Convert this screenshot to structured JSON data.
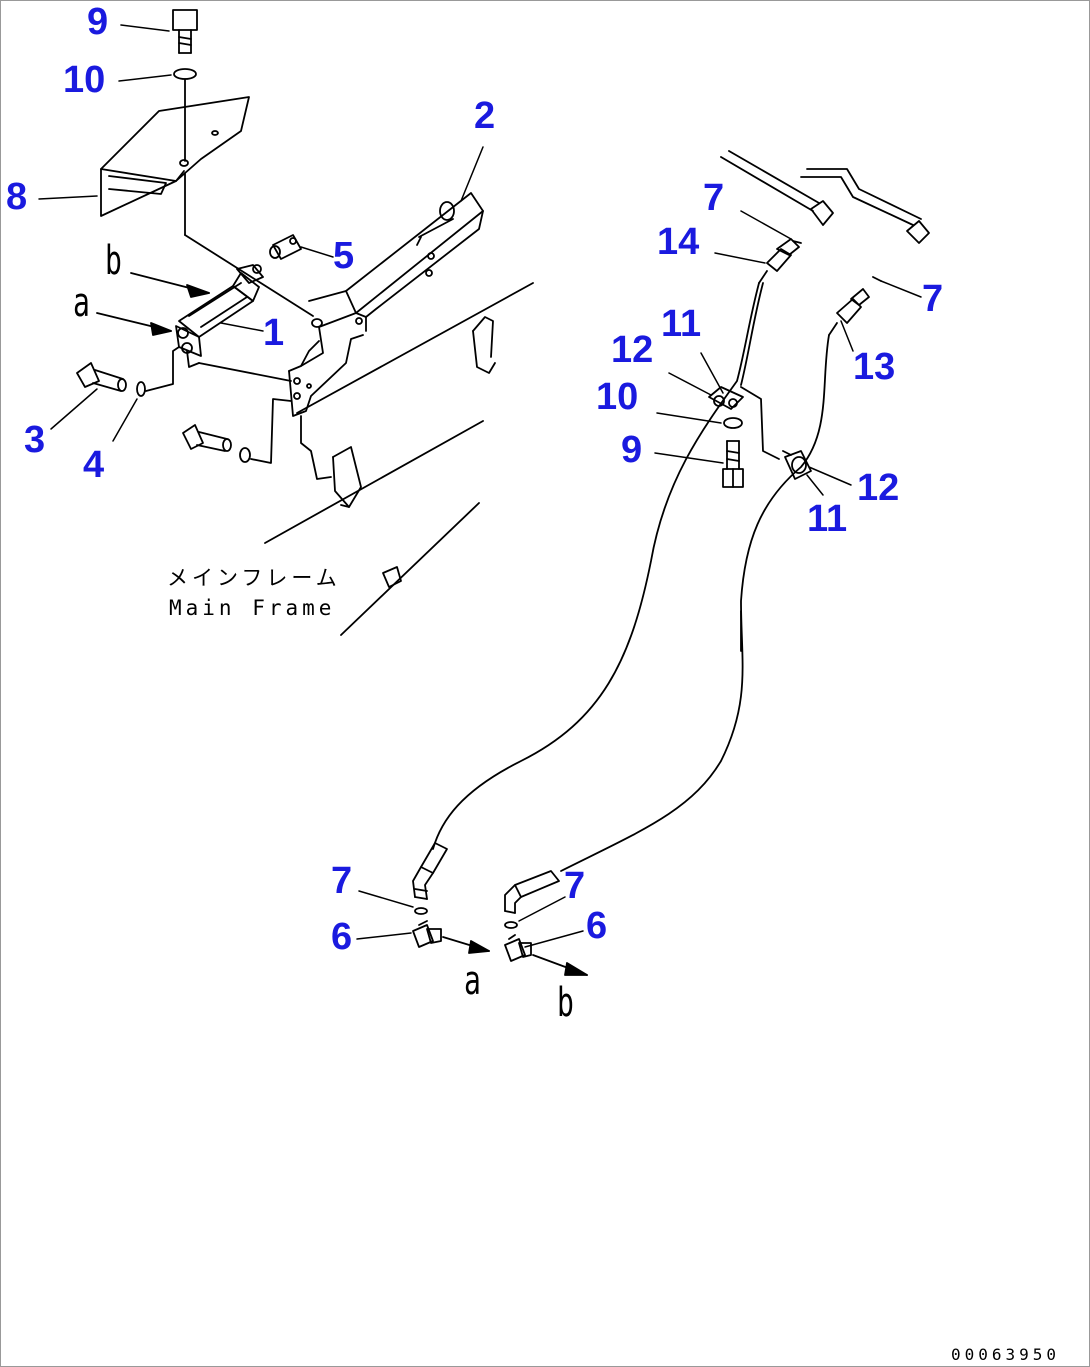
{
  "callouts": {
    "c9a": "9",
    "c10a": "10",
    "c8": "8",
    "c2": "2",
    "c5": "5",
    "c1": "1",
    "c3": "3",
    "c4": "4",
    "c7a": "7",
    "c14": "14",
    "c7b": "7",
    "c11a": "11",
    "c12a": "12",
    "c13": "13",
    "c10b": "10",
    "c9b": "9",
    "c12b": "12",
    "c11b": "11",
    "c7c": "7",
    "c6a": "6",
    "c7d": "7",
    "c6b": "6"
  },
  "letters": {
    "b_top": "b",
    "a_top": "a",
    "a_bottom": "a",
    "b_bottom": "b"
  },
  "caption": {
    "japanese": "メインフレーム",
    "english": "Main Frame"
  },
  "document_number": "00063950",
  "colors": {
    "callout": "#1a1adf",
    "line": "#000000",
    "background": "#ffffff"
  }
}
